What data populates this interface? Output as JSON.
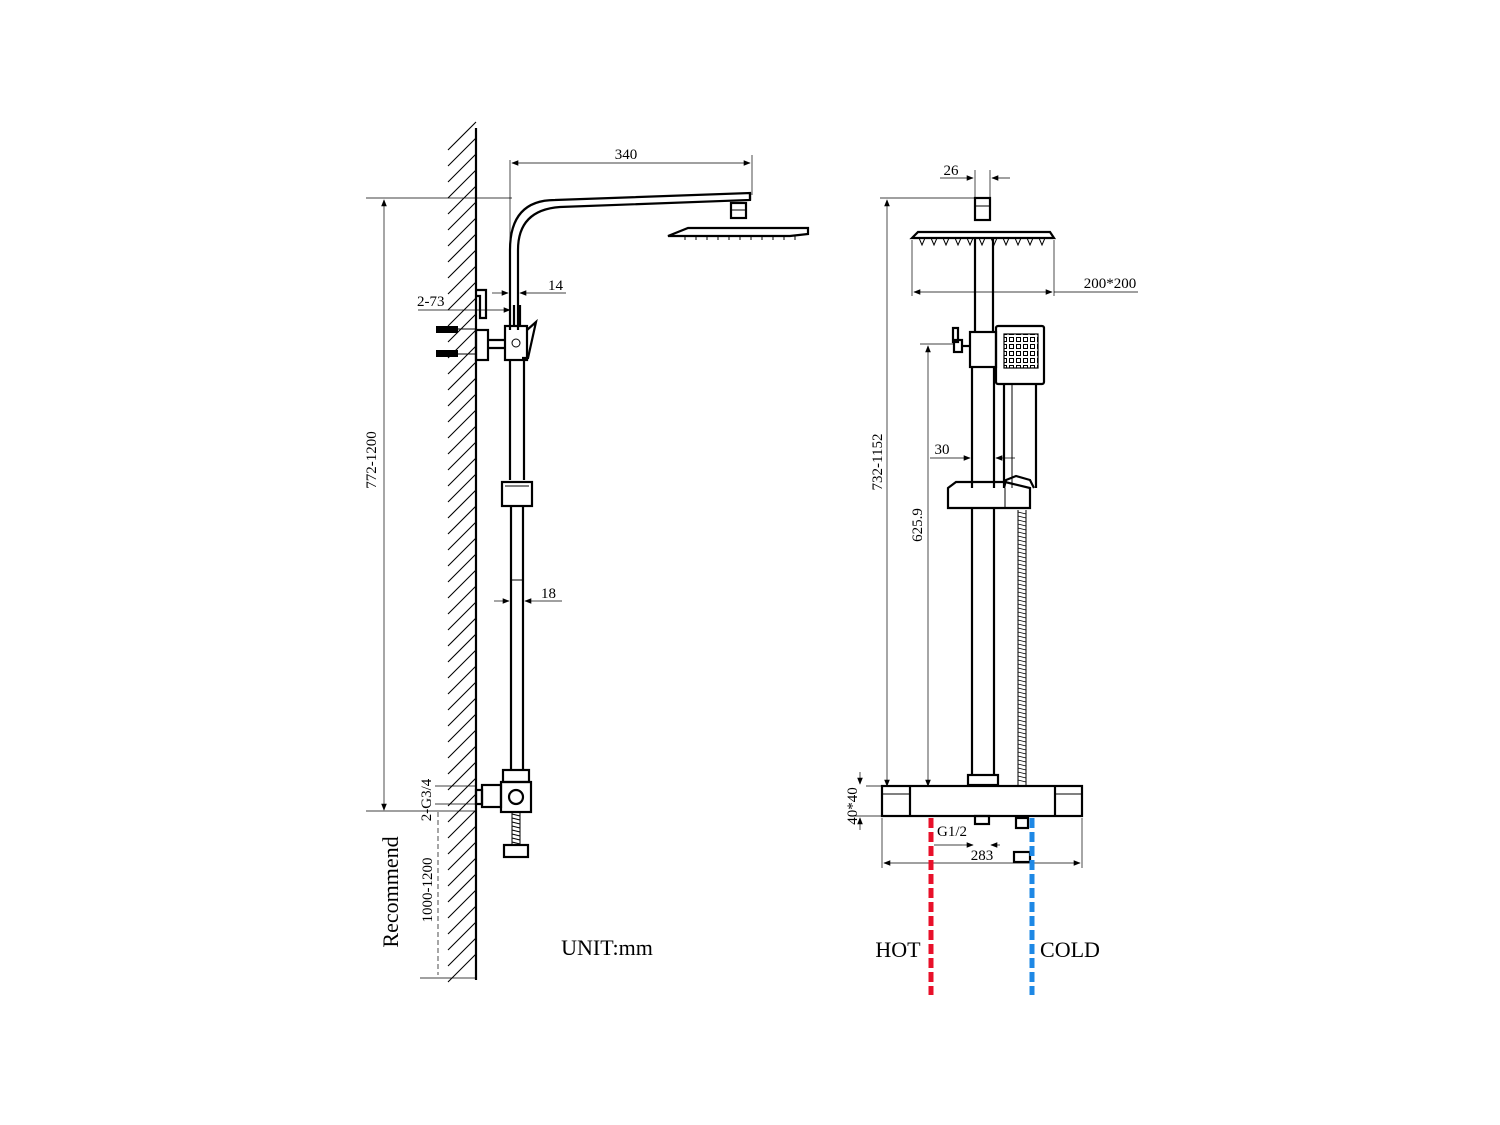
{
  "colors": {
    "line": "#000000",
    "hot": "#e8102a",
    "cold": "#1e88e5",
    "background": "#ffffff"
  },
  "side_view": {
    "dim_arm_length": "340",
    "dim_riser_offset": "14",
    "dim_bracket": "2-73",
    "dim_pipe_diameter": "18",
    "dim_total_height": "772-1200",
    "dim_inlet_thread": "2-G3/4",
    "recommend_label": "Recommend",
    "recommend_range": "1000-1200",
    "unit_label": "UNIT:mm"
  },
  "front_view": {
    "dim_arm_width": "26",
    "dim_head_size": "200*200",
    "dim_total_height": "732-1152",
    "dim_bracket_height": "625.9",
    "dim_pipe_width": "30",
    "dim_valve_size": "40*40",
    "dim_outlet_thread": "G1/2",
    "dim_valve_length": "283",
    "hot_label": "HOT",
    "cold_label": "COLD"
  }
}
